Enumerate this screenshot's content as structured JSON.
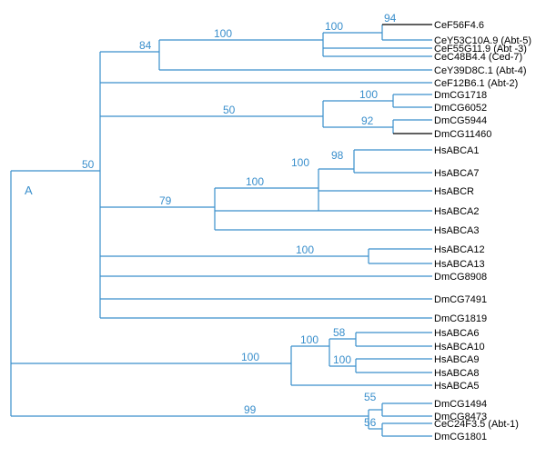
{
  "panel_label": "A",
  "leaves": {
    "cef56f46": "CeF56F4.6",
    "cey53c10a9": "CeY53C10A.9 (Abt-5)",
    "cef55g119": "CeF55G11.9 (Abt -3)",
    "cec48b44": "CeC48B4.4 (Ced-7)",
    "cey39d8c1": "CeY39D8C.1 (Abt-4)",
    "cef12b61": "CeF12B6.1 (Abt-2)",
    "dmcg1718": "DmCG1718",
    "dmcg6052": "DmCG6052",
    "dmcg5944": "DmCG5944",
    "dmcg11460": "DmCG11460",
    "hsabca1": "HsABCA1",
    "hsabca7": "HsABCA7",
    "hsabcr": "HsABCR",
    "hsabca2": "HsABCA2",
    "hsabca3": "HsABCA3",
    "hsabca12": "HsABCA12",
    "hsabca13": "HsABCA13",
    "dmcg8908": "DmCG8908",
    "dmcg7491": "DmCG7491",
    "dmcg1819": "DmCG1819",
    "hsabca6": "HsABCA6",
    "hsabca10": "HsABCA10",
    "hsabca9": "HsABCA9",
    "hsabca8": "HsABCA8",
    "hsabca5": "HsABCA5",
    "dmcg1494": "DmCG1494",
    "dmcg8473": "DmCG8473",
    "cec24f35": "CeC24F3.5 (Abt-1)",
    "dmcg1801": "DmCG1801"
  },
  "bootstrap": {
    "b94": "94",
    "b100_cey": "100",
    "b100_ce": "100",
    "b84": "84",
    "b100_dm": "100",
    "b50_dm": "50",
    "b92": "92",
    "b50_root": "50",
    "b98": "98",
    "b100_hs1": "100",
    "b100_hs2": "100",
    "b79": "79",
    "b100_hs12": "100",
    "b58": "58",
    "b100_hs9": "100",
    "b100_hs6": "100",
    "b100_hs_group": "100",
    "b55": "55",
    "b56": "56",
    "b99": "99"
  },
  "colors": {
    "branch": "#3a8fcc",
    "terminal_dark": "#000000",
    "text": "#000000"
  }
}
